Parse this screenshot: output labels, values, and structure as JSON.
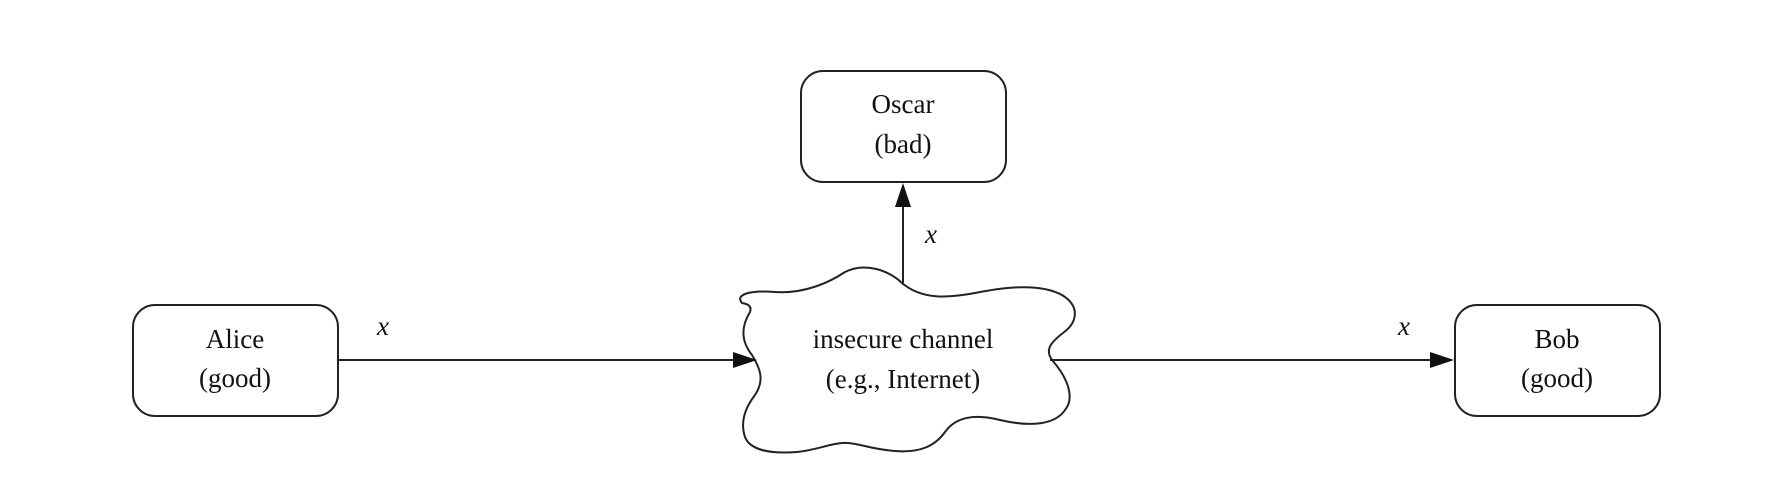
{
  "nodes": {
    "alice": {
      "line1": "Alice",
      "line2": "(good)"
    },
    "oscar": {
      "line1": "Oscar",
      "line2": "(bad)"
    },
    "channel": {
      "line1": "insecure channel",
      "line2": "(e.g., Internet)"
    },
    "bob": {
      "line1": "Bob",
      "line2": "(good)"
    }
  },
  "edges": {
    "alice_to_channel": {
      "label": "x"
    },
    "channel_to_oscar": {
      "label": "x"
    },
    "channel_to_bob": {
      "label": "x"
    }
  },
  "colors": {
    "stroke": "#222222",
    "text": "#111111",
    "background": "#ffffff"
  }
}
